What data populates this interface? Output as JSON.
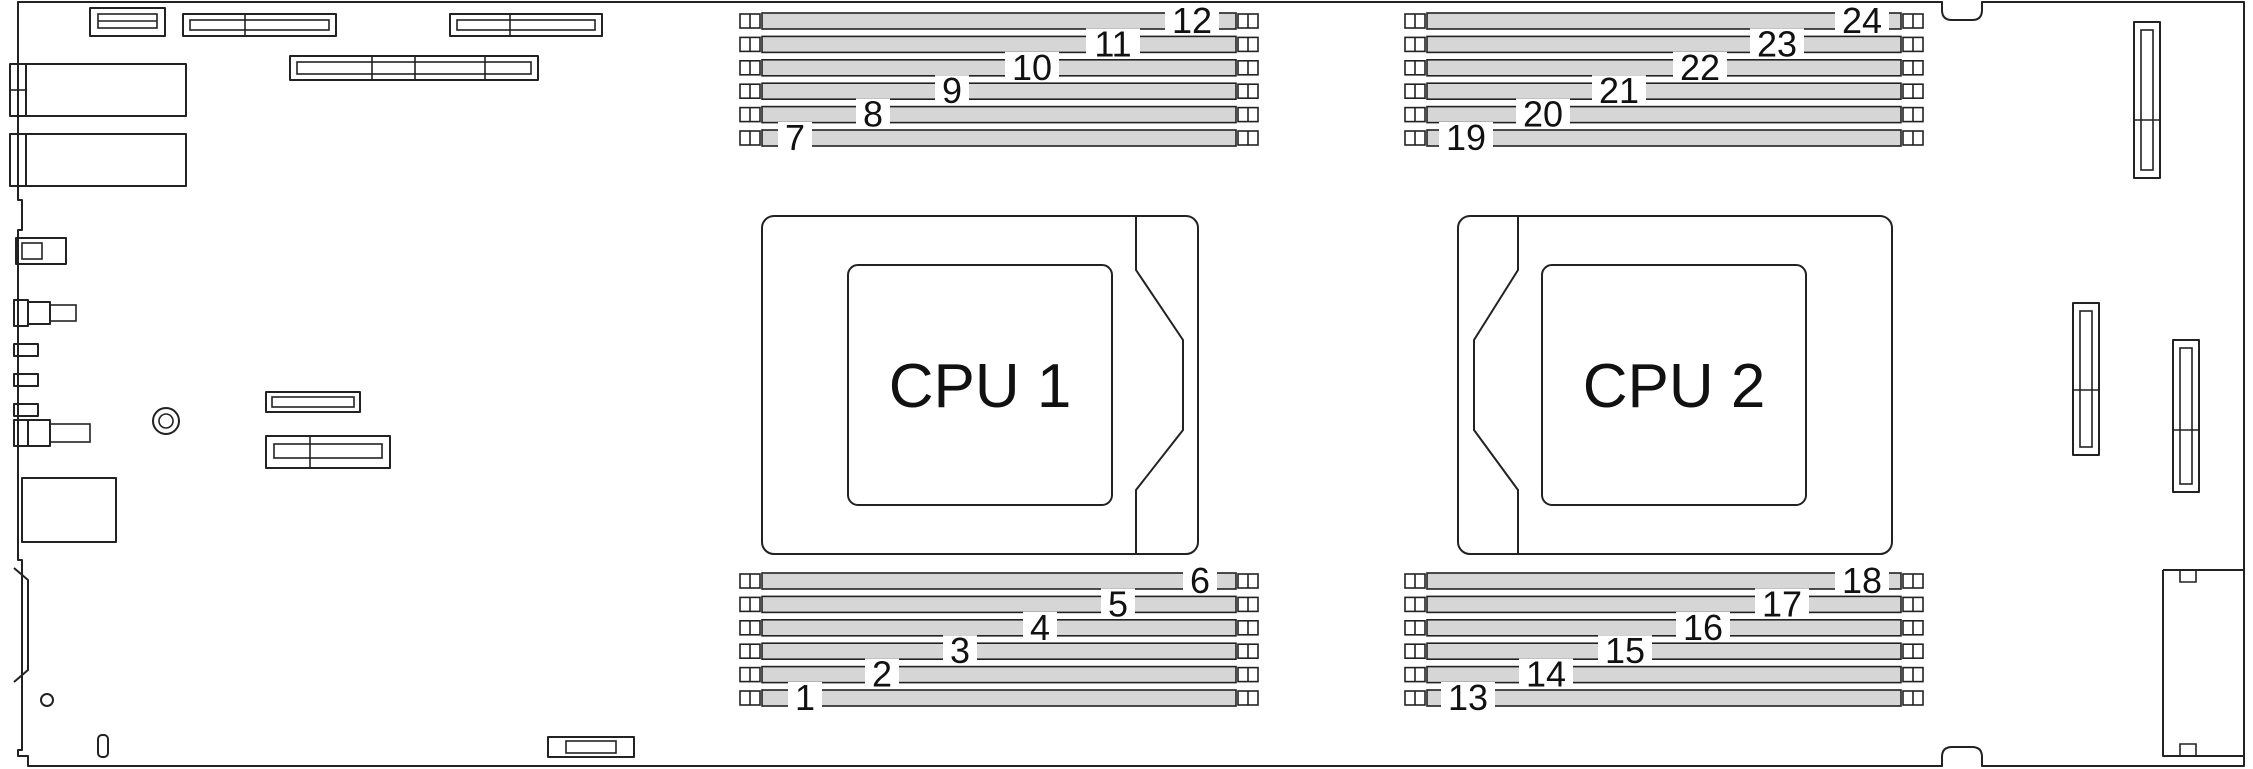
{
  "board": {
    "cpus": [
      {
        "id": "cpu1",
        "label": "CPU 1"
      },
      {
        "id": "cpu2",
        "label": "CPU 2"
      }
    ],
    "dimm_slots": {
      "cpu1_top": [
        "12",
        "11",
        "10",
        "9",
        "8",
        "7"
      ],
      "cpu1_bottom": [
        "6",
        "5",
        "4",
        "3",
        "2",
        "1"
      ],
      "cpu2_top": [
        "24",
        "23",
        "22",
        "21",
        "20",
        "19"
      ],
      "cpu2_bottom": [
        "18",
        "17",
        "16",
        "15",
        "14",
        "13"
      ]
    }
  }
}
